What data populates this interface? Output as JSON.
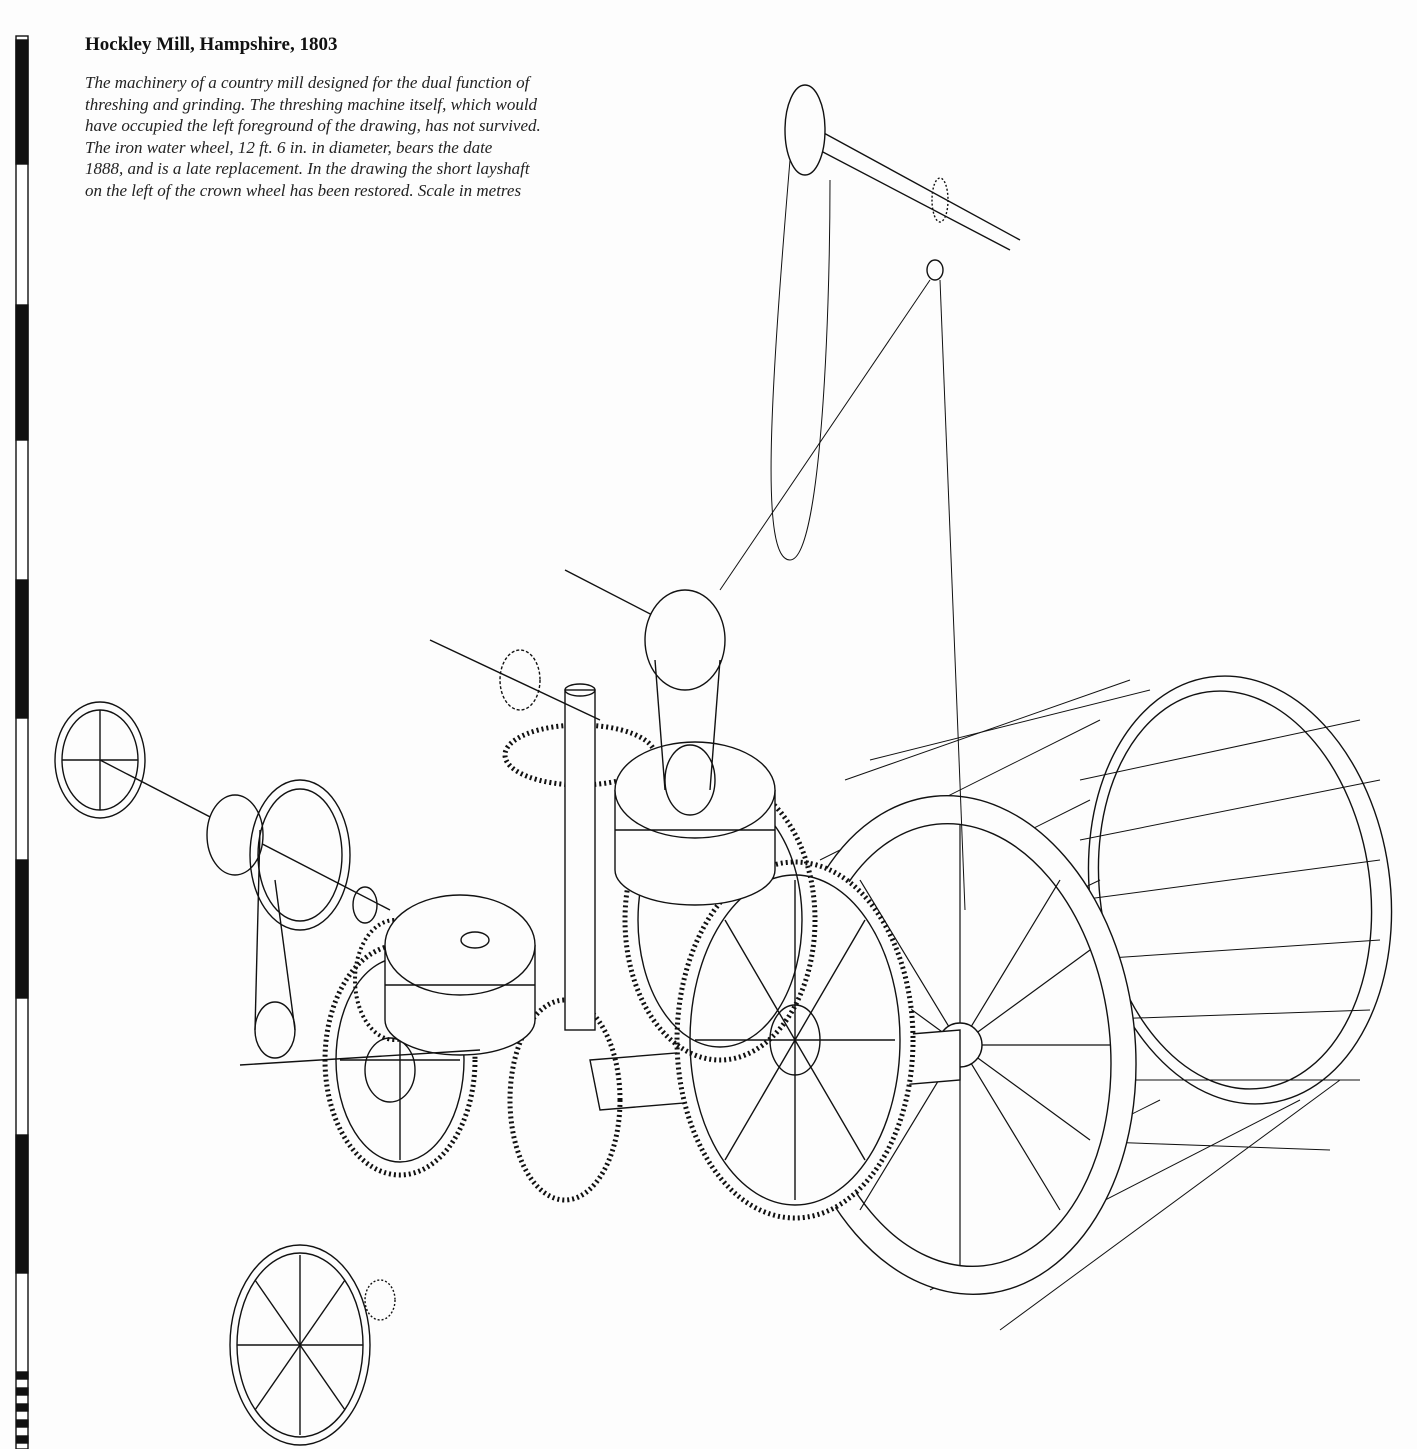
{
  "title": "Hockley Mill, Hampshire, 1803",
  "caption_lines": [
    "The machinery of a country mill designed for the dual function of",
    "threshing and grinding. The threshing machine itself, which would",
    "have occupied the left foreground of the drawing, has not survived.",
    "The iron water wheel, 12 ft. 6 in. in diameter, bears the date",
    "1888, and is a late replacement. In the drawing the short layshaft",
    "on the left of the crown wheel has been restored. Scale in metres"
  ],
  "colors": {
    "ink": "#111111",
    "paper": "#fdfdfd"
  }
}
